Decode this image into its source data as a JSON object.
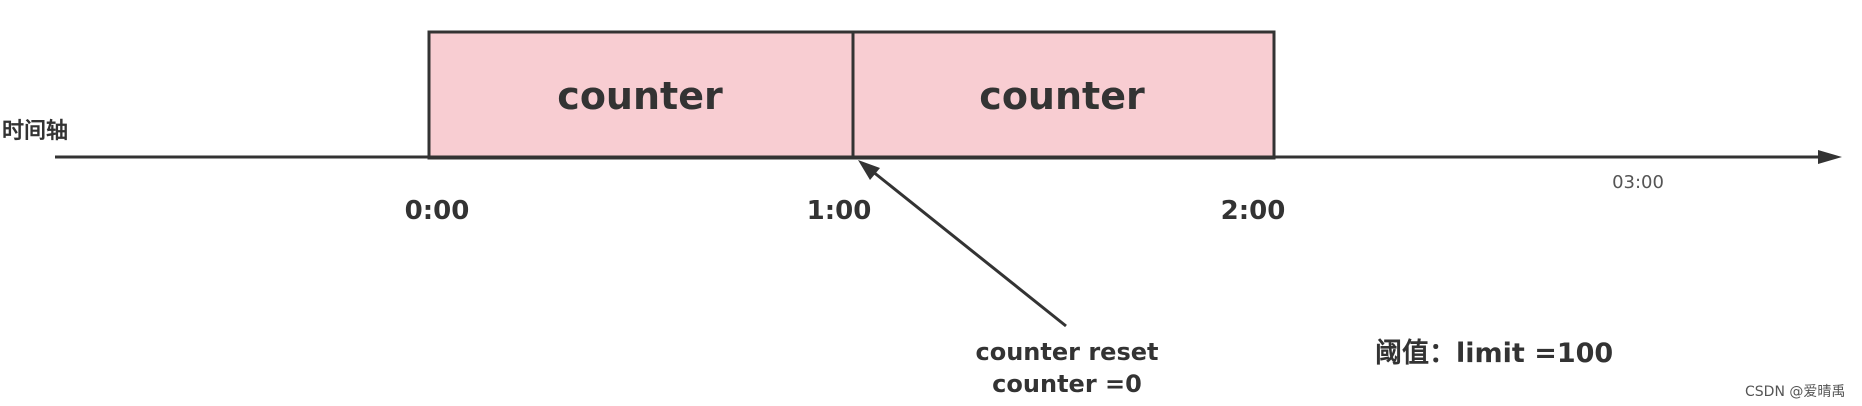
{
  "axis": {
    "title": "时间轴"
  },
  "ticks": [
    "0:00",
    "1:00",
    "2:00",
    "03:00"
  ],
  "windows": [
    {
      "label": "counter",
      "start": "0:00",
      "end": "1:00"
    },
    {
      "label": "counter",
      "start": "1:00",
      "end": "2:00"
    }
  ],
  "reset_note": {
    "line1": "counter reset",
    "line2": "counter =0"
  },
  "limit_note": "阈值：limit =100",
  "watermark": "CSDN @爱晴禹",
  "colors": {
    "window_fill": "#f8cdd2",
    "stroke": "#333333"
  }
}
